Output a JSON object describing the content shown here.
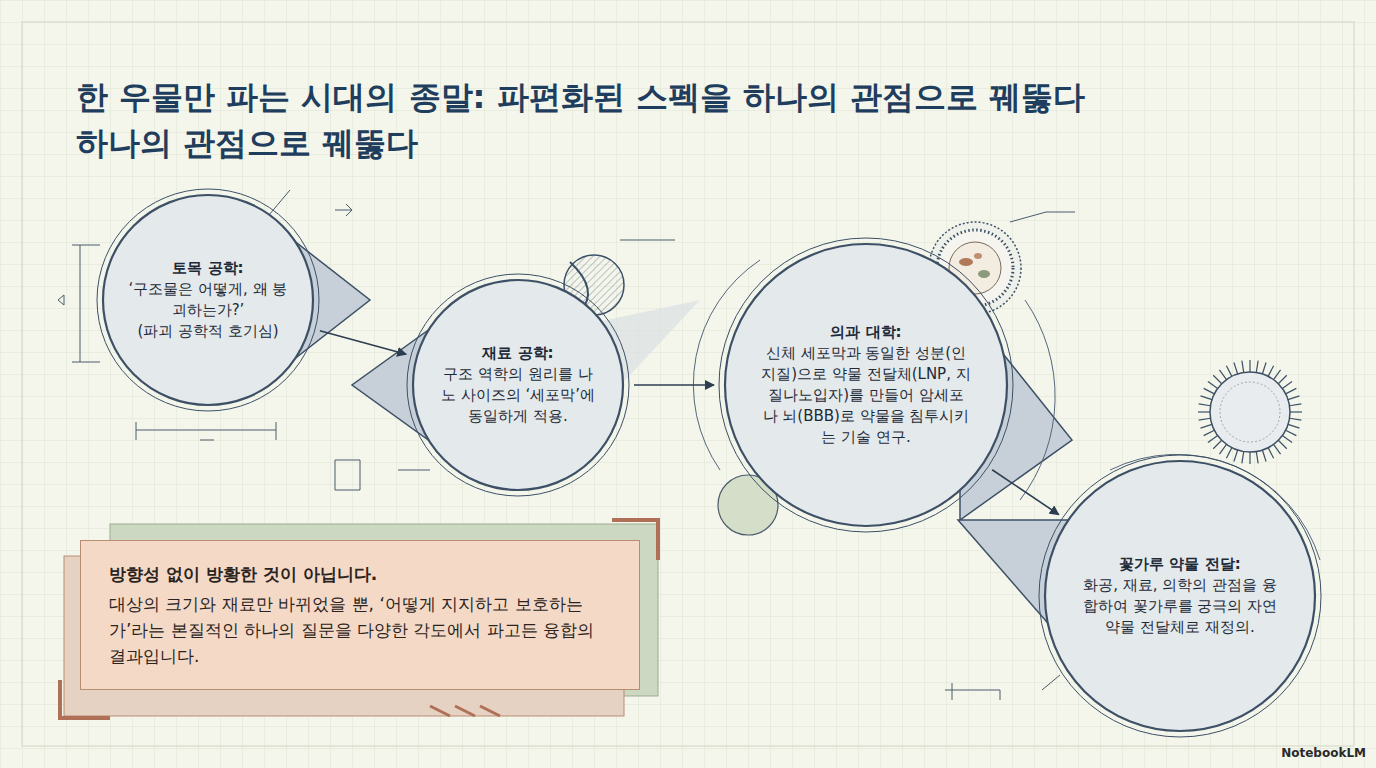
{
  "diagram": {
    "title": "한 우물만 파는 시대의 종말: 파편화된 스펙을 하나의 관점으로 꿰뚫다 하나의 관점으로 꿰뚫다",
    "nodes": [
      {
        "text": [
          "토목 공학:",
          "‘구조물은 어떻게, 왜 붕괴하는가?’",
          "(파괴 공학적 호기심)"
        ]
      },
      {
        "text": [
          "재료 공학:",
          "구조 역학의 원리를 나노 사이즈의 ‘세포막’에 동일하게 적용."
        ]
      },
      {
        "text": [
          "의과 대학:",
          "신체 세포막과 동일한 성분(인지질)으로 약물 전달체(LNP, 지질나노입자)를 만들어 암세포나 뇌(BBB)로 약물을 침투시키는 기술 연구."
        ]
      },
      {
        "text": [
          "꽃가루 약물 전달:",
          "화공, 재료, 의학의 관점을 융합하여 꽃가루를 궁극의 자연 약물 전달체로 재정의."
        ]
      },
      {
        "text": [
          "방향성 없이 방황한 것이 아닙니다.",
          "대상의 크기와 재료만 바뀌었을 뿐, ‘어떻게 지지하고 보호하는가’라는 본질적인 하나의 질문을 다양한 각도에서 파고든 융합의 결과입니다."
        ]
      }
    ],
    "edges": [
      {
        "from": 0,
        "to": 1,
        "arrow": "to"
      },
      {
        "from": 1,
        "to": 2,
        "arrow": "to"
      },
      {
        "from": 2,
        "to": 3,
        "arrow": "to"
      }
    ],
    "labels": [
      "NotebookLM"
    ]
  }
}
